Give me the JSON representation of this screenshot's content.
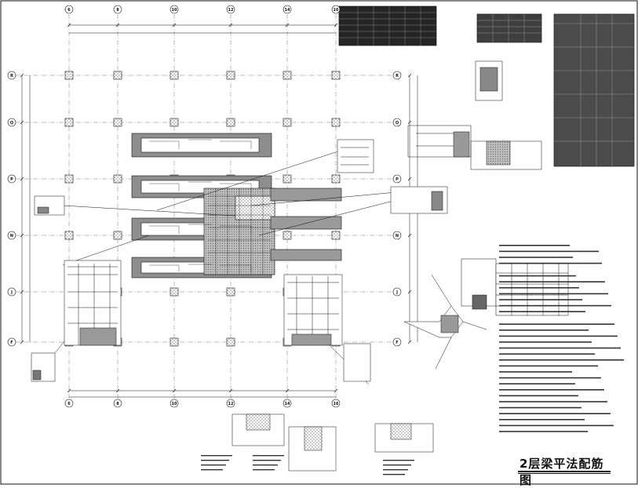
{
  "drawing": {
    "title": "2层梁平法配筋图"
  },
  "grid": {
    "columns": [
      "6",
      "8",
      "10",
      "12",
      "14",
      "16"
    ],
    "rows": [
      "R",
      "Q",
      "P",
      "N",
      "J",
      "F"
    ]
  },
  "colors": {
    "line": "#111111",
    "hatch": "#9a9a9a",
    "background": "#ffffff"
  }
}
